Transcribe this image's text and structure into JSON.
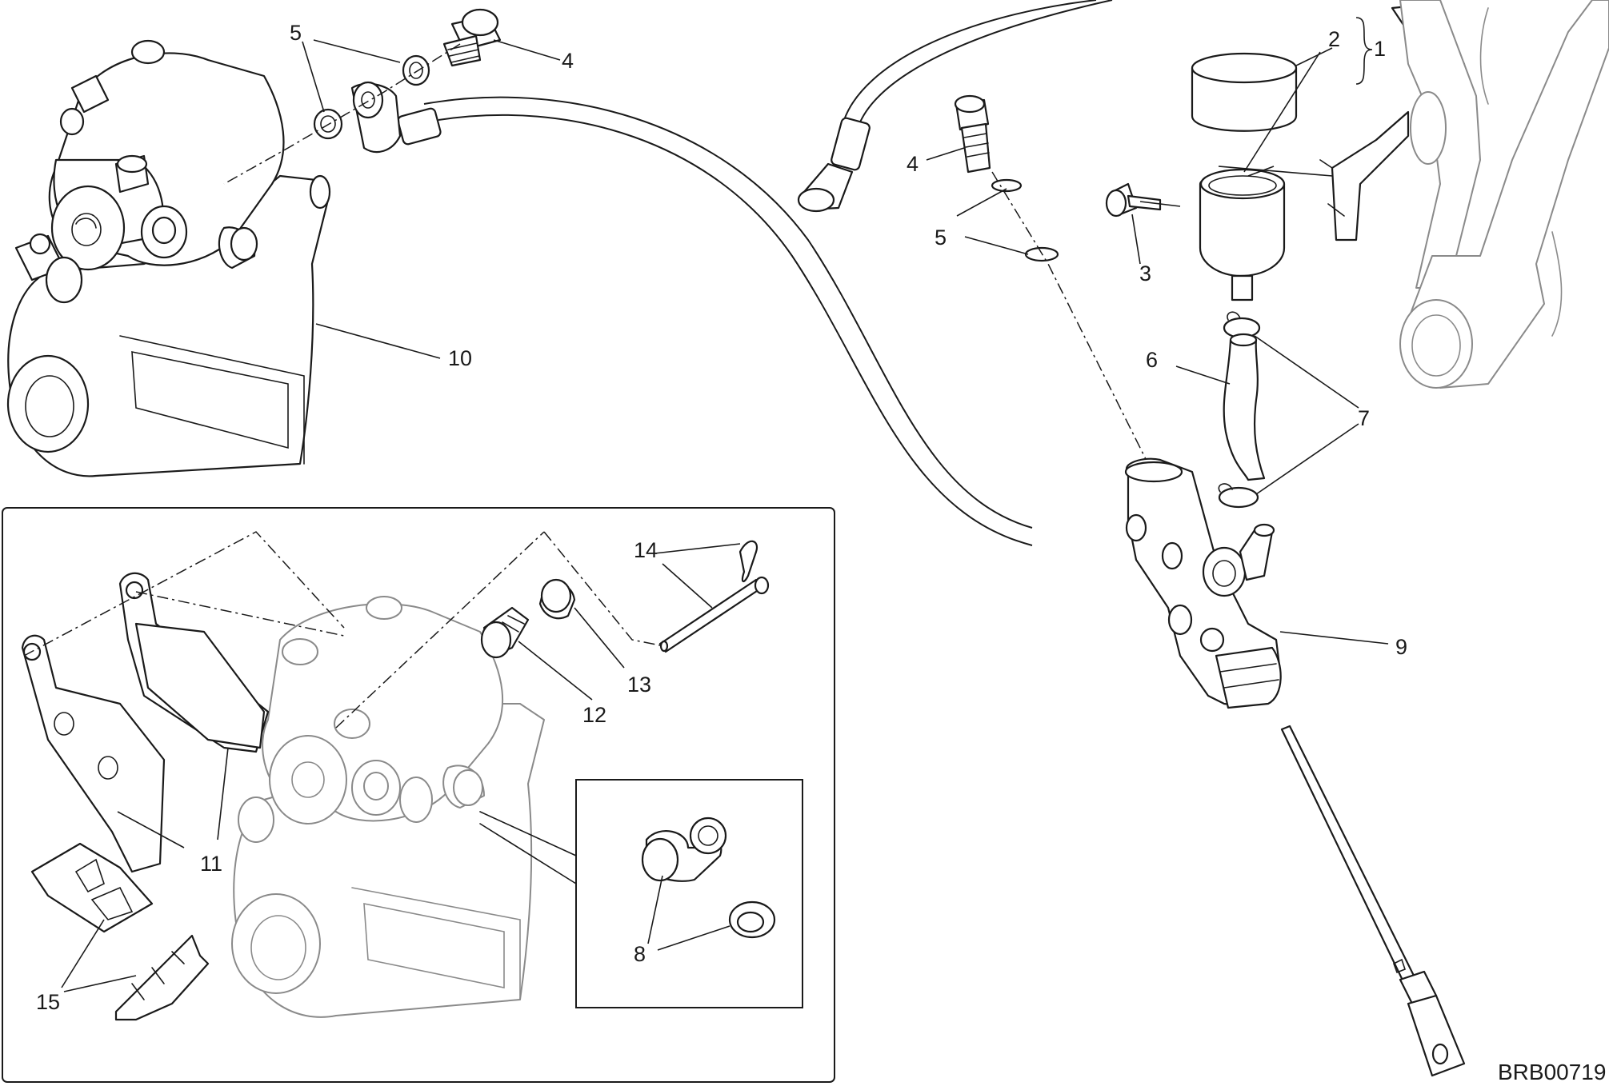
{
  "diagram": {
    "drawing_code": "BRB00719",
    "callouts": {
      "c1": "1",
      "c2": "2",
      "c3": "3",
      "c4_left": "4",
      "c4_right": "4",
      "c5_left": "5",
      "c5_right_top": "5",
      "c6": "6",
      "c7": "7",
      "c8": "8",
      "c9": "9",
      "c10": "10",
      "c11": "11",
      "c12": "12",
      "c13": "13",
      "c14": "14",
      "c15": "15"
    }
  }
}
